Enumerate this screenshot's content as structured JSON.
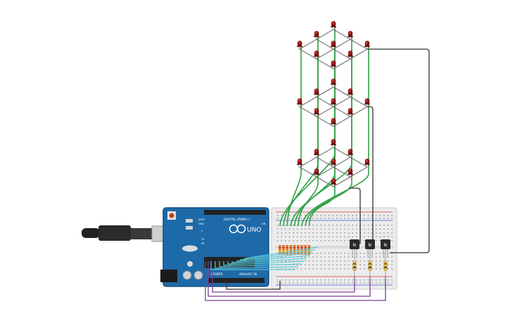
{
  "board": {
    "brand": "UNO",
    "label_digital": "DIGITAL (PWM~)",
    "label_analog": "ANALOG IN",
    "label_power": "POWER",
    "label_aref": "AREF",
    "label_gnd": "GND",
    "label_tx": "TX",
    "label_rx": "RX",
    "label_on": "ON",
    "label_l": "L"
  },
  "transistors": [
    {
      "label": "N"
    },
    {
      "label": "N"
    },
    {
      "label": "N"
    }
  ],
  "colors": {
    "board": "#1e6aa8",
    "board_dark": "#174f80",
    "led": "#8b0d0d",
    "led_highlight": "#c23b3b",
    "wire_green": "#2ea043",
    "wire_black": "#333333",
    "wire_purple": "#7b3f99",
    "wire_cyan": "#5ac8d8",
    "breadboard": "#ececec",
    "rail_red": "#d33c3c",
    "rail_blue": "#3b5bd3",
    "resistor": "#d9b44a"
  },
  "icons": {
    "usb_cable": "usb-cable-icon",
    "reset": "reset-button-icon",
    "power_jack": "power-jack-icon"
  }
}
